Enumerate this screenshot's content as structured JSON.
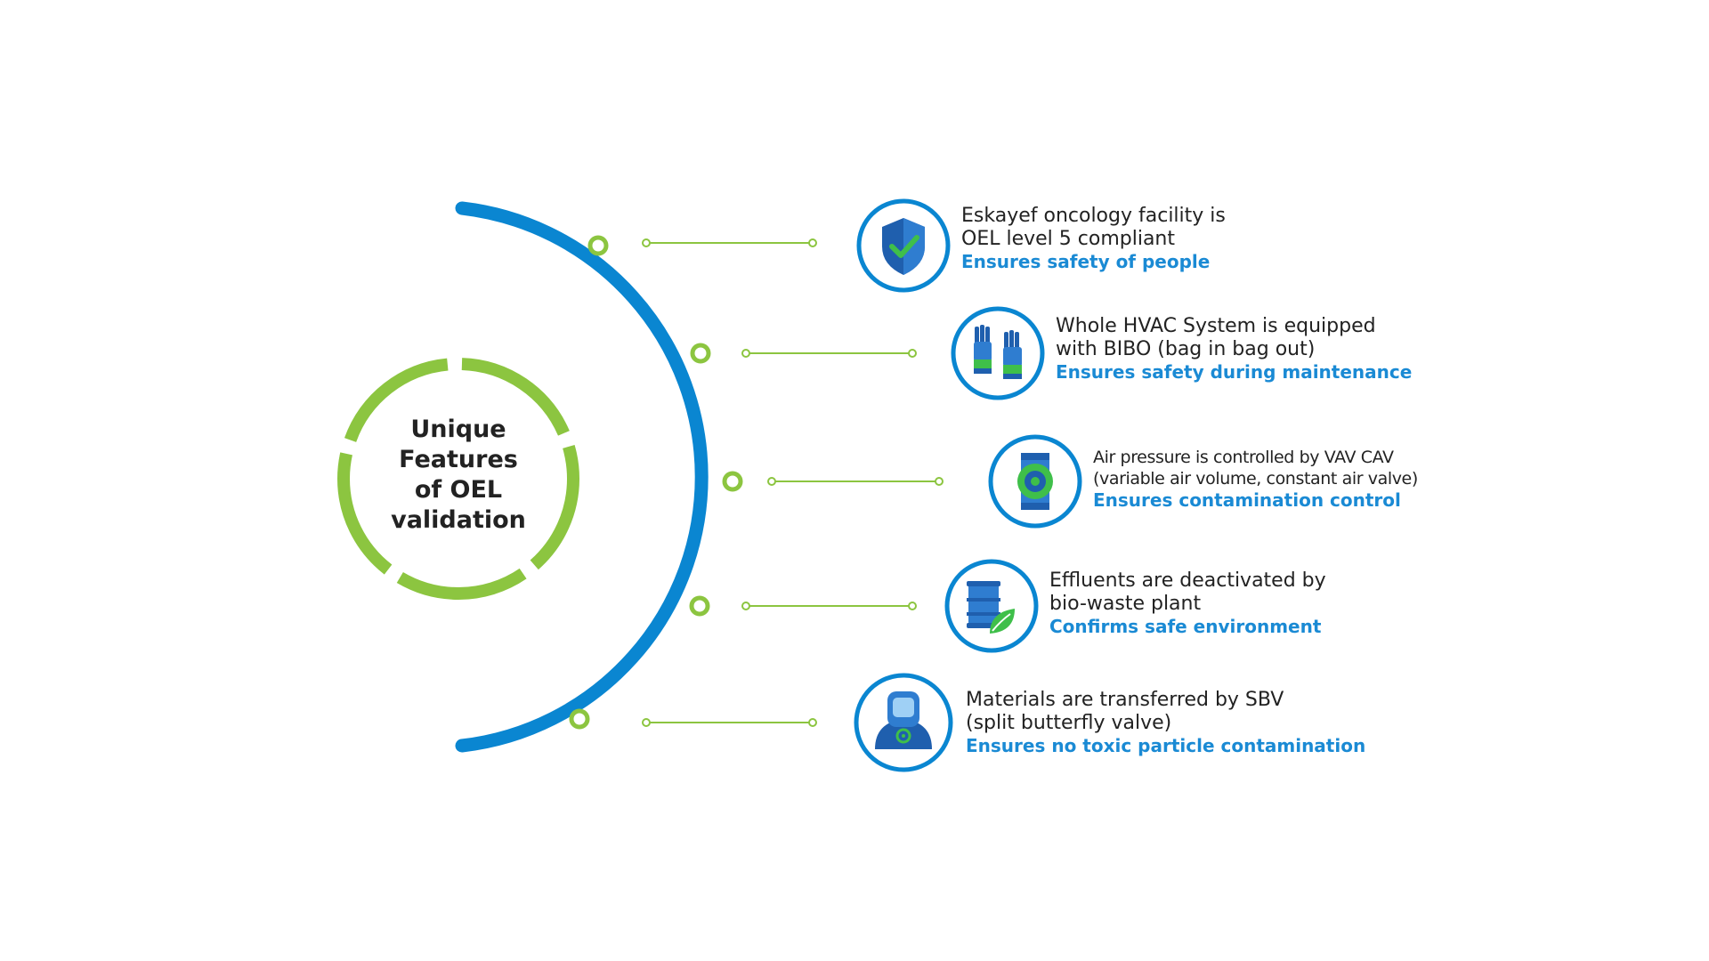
{
  "center": {
    "title_lines": [
      "Unique",
      "Features",
      "of OEL",
      "validation"
    ]
  },
  "colors": {
    "blue": "#0a86d1",
    "dark_blue": "#1f5fae",
    "green": "#8cc540",
    "bright_green": "#3fbf4a",
    "text": "#222222",
    "benefit": "#1a8ad4"
  },
  "features": [
    {
      "icon": "shield-check-icon",
      "lines": [
        "Eskayef oncology facility is",
        "OEL level 5 compliant"
      ],
      "benefit": "Ensures safety of people"
    },
    {
      "icon": "gloves-icon",
      "lines": [
        "Whole HVAC System is equipped",
        "with BIBO (bag in bag out)"
      ],
      "benefit": "Ensures safety during maintenance"
    },
    {
      "icon": "valve-icon",
      "lines": [
        "Air pressure is controlled by VAV CAV",
        "(variable air volume, constant air valve)"
      ],
      "benefit": "Ensures contamination control"
    },
    {
      "icon": "barrel-leaf-icon",
      "lines": [
        "Effluents are deactivated by",
        "bio-waste plant"
      ],
      "benefit": "Confirms safe environment"
    },
    {
      "icon": "hazmat-suit-icon",
      "lines": [
        "Materials are transferred by SBV",
        "(split butterfly valve)"
      ],
      "benefit": "Ensures no toxic particle contamination"
    }
  ]
}
